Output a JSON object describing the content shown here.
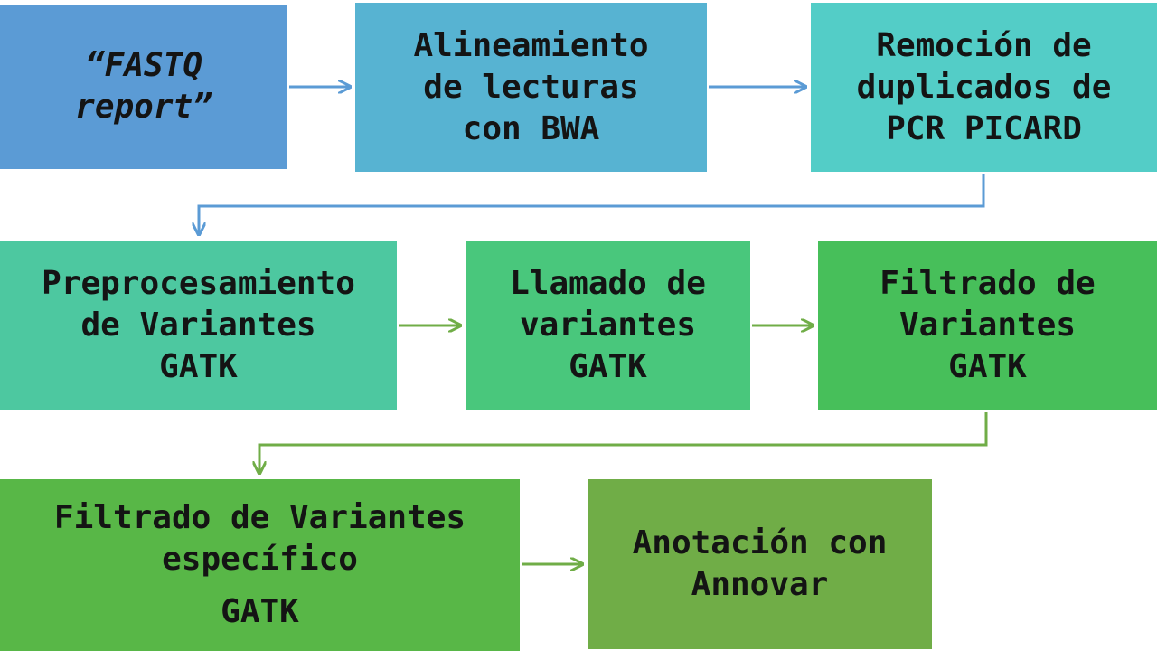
{
  "steps": [
    {
      "lines": [
        "“FASTQ",
        "report”"
      ]
    },
    {
      "lines": [
        "Alineamiento",
        "de lecturas",
        "con BWA"
      ]
    },
    {
      "lines": [
        "Remoción de",
        "duplicados de",
        "PCR PICARD"
      ]
    },
    {
      "lines": [
        "Preprocesamiento",
        "de Variantes",
        "GATK"
      ]
    },
    {
      "lines": [
        "Llamado de",
        "variantes",
        "GATK"
      ]
    },
    {
      "lines": [
        "Filtrado de",
        "Variantes",
        "GATK"
      ]
    },
    {
      "lines": [
        "Filtrado de Variantes",
        "específico",
        "GATK"
      ]
    },
    {
      "lines": [
        "Anotación con",
        "Annovar"
      ]
    }
  ],
  "colors": {
    "step_1": "#5b9bd5",
    "step_2": "#57b3d2",
    "step_3": "#53cdc7",
    "step_4": "#4dc8a0",
    "step_5": "#49c77c",
    "step_6": "#47bf5a",
    "step_7": "#58b747",
    "step_8": "#70ad47",
    "arrow_blue": "#5b9bd5",
    "arrow_green": "#70ad47"
  }
}
